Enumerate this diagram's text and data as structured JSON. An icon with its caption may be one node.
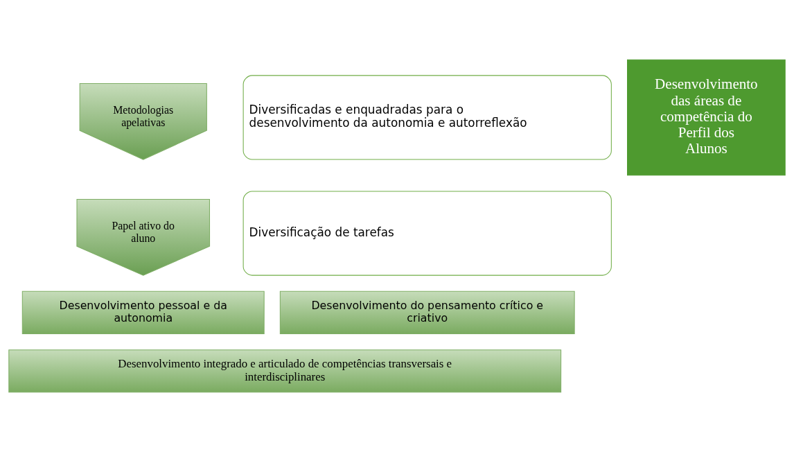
{
  "diagram": {
    "nodes": [
      {
        "text": [
          "Metodologias apelativas"
        ]
      },
      {
        "text": [
          "Diversificadas e enquadradas para o desenvolvimento da autonomia e autorreflexão"
        ]
      },
      {
        "text": [
          "Papel ativo do aluno"
        ]
      },
      {
        "text": [
          "Diversificação de tarefas"
        ]
      },
      {
        "text": [
          "Desenvolvimento das áreas de competência do Perfil dos Alunos"
        ]
      },
      {
        "text": [
          "Desenvolvimento pessoal e da autonomia"
        ]
      },
      {
        "text": [
          "Desenvolvimento do pensamento crítico e criativo"
        ]
      },
      {
        "text": [
          "Desenvolvimento integrado e articulado de competências transversais e interdisciplinares"
        ]
      }
    ],
    "edges": []
  }
}
